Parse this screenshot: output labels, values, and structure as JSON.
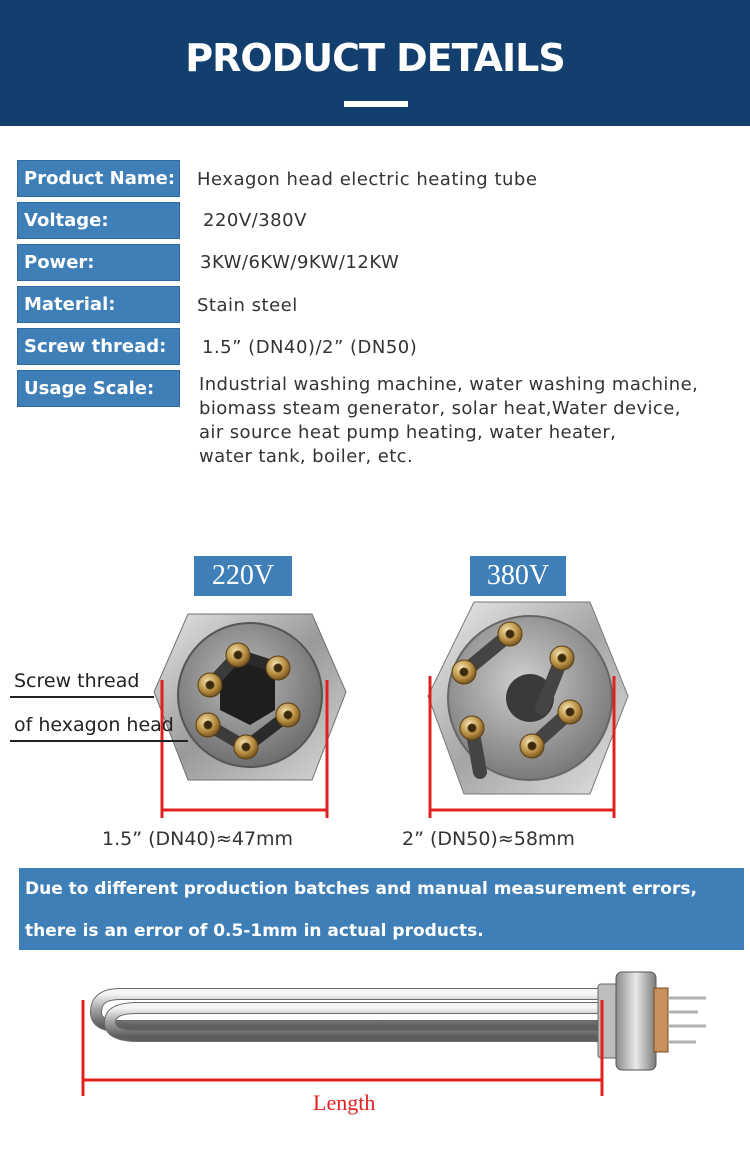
{
  "header": {
    "title": "PRODUCT DETAILS"
  },
  "specs": [
    {
      "label": "Product Name:",
      "value": "Hexagon head electric heating tube"
    },
    {
      "label": "Voltage:",
      "value": "220V/380V"
    },
    {
      "label": "Power:",
      "value": "3KW/6KW/9KW/12KW"
    },
    {
      "label": "Material:",
      "value": "Stain steel"
    },
    {
      "label": "Screw thread:",
      "value": "1.5” (DN40)/2” (DN50)"
    },
    {
      "label": "Usage Scale:",
      "lines": [
        "Industrial washing machine, water washing machine,",
        "biomass steam generator, solar heat,Water device,",
        "air source heat pump heating, water heater,",
        "water tank, boiler, etc."
      ]
    }
  ],
  "diagrams": {
    "left": {
      "badge": "220V",
      "size": "1.5” (DN40)≈47mm"
    },
    "right": {
      "badge": "380V",
      "size": "2” (DN50)≈58mm"
    },
    "screw_label_line1": "Screw thread",
    "screw_label_line2": "of hexagon head"
  },
  "notice": {
    "line1": "Due to different production batches and manual measurement errors,",
    "line2": "there is an error of 0.5-1mm in actual products."
  },
  "tube": {
    "length_label": "Length"
  },
  "colors": {
    "header_bg": "#123f6d",
    "label_bg": "#3f7fb8",
    "measure_red": "#e02020"
  }
}
